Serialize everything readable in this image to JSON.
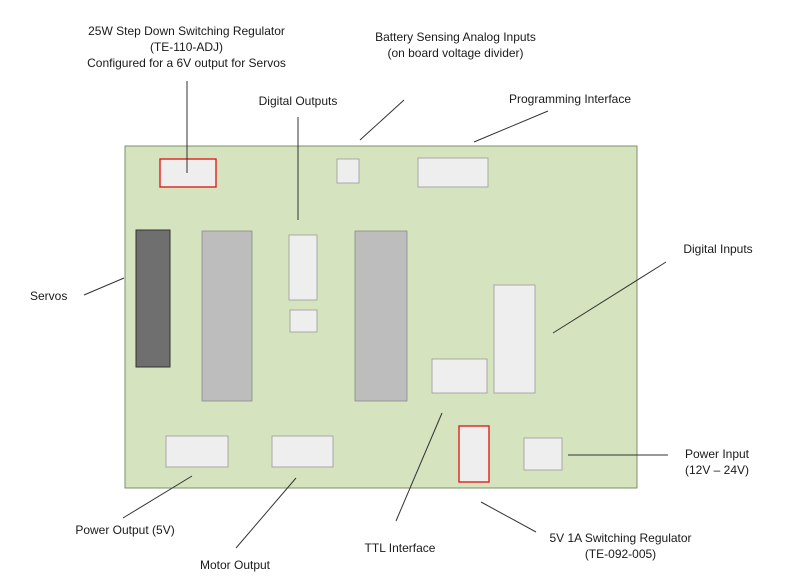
{
  "colors": {
    "board_fill": "#d6e3bf",
    "board_stroke": "#7f8f6b",
    "component_light": "#eeeeee",
    "component_mid": "#bdbdbd",
    "component_dark": "#6f6f6f",
    "highlight_stroke": "#e02020",
    "leader_line": "#333333"
  },
  "labels": {
    "step_down_regulator": {
      "line1": "25W Step Down Switching Regulator",
      "line2": "(TE-110-ADJ)",
      "line3": "Configured for a 6V output for Servos"
    },
    "battery_sensing": {
      "line1": "Battery Sensing Analog Inputs",
      "line2": "(on board voltage divider)"
    },
    "digital_outputs": "Digital Outputs",
    "programming_interface": "Programming Interface",
    "digital_inputs": "Digital Inputs",
    "servos": "Servos",
    "power_input": {
      "line1": "Power Input",
      "line2": "(12V – 24V)"
    },
    "power_output": "Power Output (5V)",
    "motor_output": "Motor Output",
    "ttl_interface": "TTL Interface",
    "switching_regulator_5v": {
      "line1": "5V 1A Switching Regulator",
      "line2": "(TE-092-005)"
    }
  }
}
